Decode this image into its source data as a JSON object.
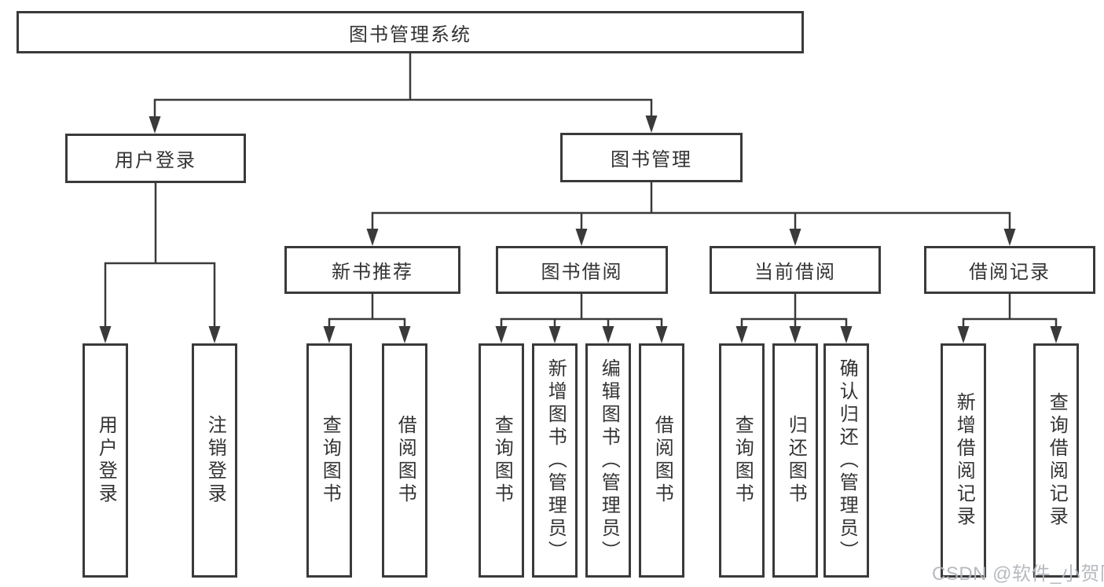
{
  "diagram": {
    "root": {
      "label": "图书管理系统"
    },
    "branches": [
      {
        "label": "用户登录",
        "children": [
          {
            "label": "用户登录"
          },
          {
            "label": "注销登录"
          }
        ]
      },
      {
        "label": "图书管理",
        "children": [
          {
            "label": "新书推荐",
            "children": [
              {
                "label": "查询图书"
              },
              {
                "label": "借阅图书"
              }
            ]
          },
          {
            "label": "图书借阅",
            "children": [
              {
                "label": "查询图书"
              },
              {
                "label": "新增图书（管理员）"
              },
              {
                "label": "编辑图书（管理员）"
              },
              {
                "label": "借阅图书"
              }
            ]
          },
          {
            "label": "当前借阅",
            "children": [
              {
                "label": "查询图书"
              },
              {
                "label": "归还图书"
              },
              {
                "label": "确认归还（管理员）"
              }
            ]
          },
          {
            "label": "借阅记录",
            "children": [
              {
                "label": "新增借阅记录"
              },
              {
                "label": "查询借阅记录"
              }
            ]
          }
        ]
      }
    ]
  },
  "watermark": {
    "text": "CSDN @软件_小贺同学"
  },
  "colors": {
    "line": "#3a3a3a",
    "box_border": "#3a3a3a",
    "text": "#333333",
    "watermark": "#b3b7bc",
    "background": "#ffffff"
  }
}
